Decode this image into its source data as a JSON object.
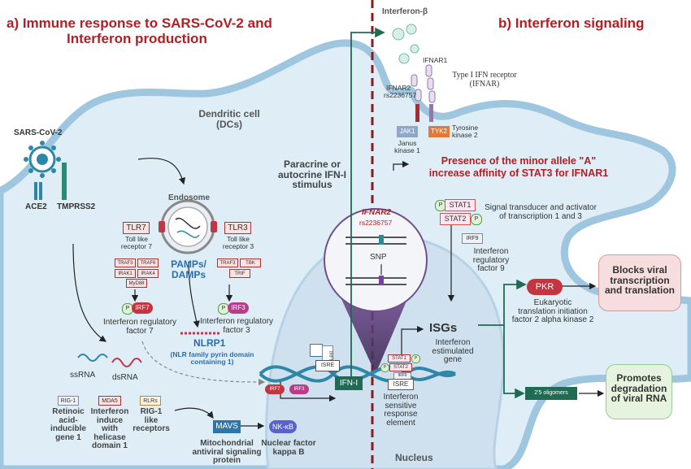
{
  "titles": {
    "a_line1": "a)  Immune response to SARS-CoV-2 and",
    "a_line2": "Interferon production",
    "b": "b)  Interferon signaling"
  },
  "virus": {
    "name": "SARS-CoV-2",
    "ace2": "ACE2",
    "tmprss2": "TMPRSS2"
  },
  "cell": {
    "dc_line1": "Dendritic cell",
    "dc_line2": "(DCs)",
    "nucleus": "Nucleus"
  },
  "endosome": {
    "label": "Endosome",
    "pamps_line1": "PAMPs/",
    "pamps_line2": "DAMPs"
  },
  "tlr7": {
    "label": "TLR7",
    "desc_line1": "Toll like",
    "desc_line2": "receptor 7"
  },
  "tlr3": {
    "label": "TLR3",
    "desc_line1": "Toll like",
    "desc_line2": "receptor 3"
  },
  "complex7": {
    "items": [
      "TRAF3",
      "TRAF6",
      "IRAK1",
      "IRAK4",
      "MyD88"
    ]
  },
  "complex3": {
    "items": [
      "TRAF3",
      "TBK",
      "TRIF"
    ]
  },
  "irf7": {
    "label": "IRF7",
    "p": "P",
    "desc_line1": "Interferon regulatory",
    "desc_line2": "factor 7"
  },
  "irf3": {
    "label": "IRF3",
    "p": "P",
    "desc_line1": "Interferon regulatory",
    "desc_line2": "factor 3"
  },
  "nlrp1": {
    "label": "NLRP1",
    "desc_line1": "(NLR family pyrin domain",
    "desc_line2": "containing 1)"
  },
  "rna": {
    "ss": "ssRNA",
    "ds": "dsRNA"
  },
  "rig1": {
    "label": "RIG-1",
    "d1": "Retinoic",
    "d2": "acid-",
    "d3": "inducible",
    "d4": "gene 1"
  },
  "mda5": {
    "label": "MDA5",
    "d1": "Interferon",
    "d2": "induce",
    "d3": "with",
    "d4": "helicase",
    "d5": "domain 1"
  },
  "rlrs": {
    "label": "RLRs",
    "d1": "RIG-1",
    "d2": "like",
    "d3": "receptors"
  },
  "mavs": {
    "label": "MAVS",
    "d1": "Mitochondrial",
    "d2": "antiviral signaling",
    "d3": "protein"
  },
  "nfkb": {
    "label": "NK-κB",
    "d1": "Nuclear factor",
    "d2": "kappa B"
  },
  "paracrine": {
    "l1": "Paracrine or",
    "l2": "autocrine IFN-I",
    "l3": "stimulus"
  },
  "ifn_beta": "Interferon-β",
  "ifnar": {
    "ifnar1": "IFNAR1",
    "ifnar2": "IFNAR2",
    "rs": "rs2236757",
    "desc_line1": "Type I IFN receptor",
    "desc_line2": "(IFNAR)"
  },
  "jak1": {
    "label": "JAK1",
    "d1": "Janus",
    "d2": "kinase 1"
  },
  "tyk2": {
    "label": "TYK2",
    "d1": "Tyrosine",
    "d2": "kinase 2"
  },
  "allele": {
    "l1": "Presence of the minor allele \"A\"",
    "l2": "increase affinity of STAT3 for IFNAR1"
  },
  "zoom": {
    "gene": "IFNAR2",
    "rs": "rs2236757",
    "snp": "SNP"
  },
  "stat": {
    "stat1": "STAT1",
    "stat2": "STAT2",
    "p": "P",
    "d1": "Signal transducer and activator",
    "d2": "of transcription 1 and 3"
  },
  "irf9": {
    "label": "IRF9",
    "d1": "Interferon",
    "d2": "regulatory",
    "d3": "factor 9"
  },
  "isgs": {
    "label": "ISGs",
    "d1": "Interferon",
    "d2": "estimulated",
    "d3": "gene"
  },
  "isre": {
    "label": "ISRE",
    "d1": "Interferon",
    "d2": "sensitive",
    "d3": "response",
    "d4": "element"
  },
  "dna": {
    "irf7": "IRF7",
    "irf3": "IRF3",
    "irf9": "IRF9",
    "isre": "ISRE",
    "ifn": "IFN-I",
    "stat1": "STAT1",
    "stat2": "STAT2",
    "p": "P"
  },
  "pkr": {
    "label": "PKR",
    "d1": "Eukaryotic",
    "d2": "translation initiation",
    "d3": "factor 2 alpha kinase 2"
  },
  "oligo": {
    "label": "2'5 oligomers"
  },
  "outcome1": {
    "l1": "Blocks viral",
    "l2": "transcription",
    "l3": "and translation"
  },
  "outcome2": {
    "l1": "Promotes",
    "l2": "degradation",
    "l3": "of viral RNA"
  },
  "colors": {
    "title": "#b11f24",
    "cell": "#deedf6",
    "membrane": "#9fc6df",
    "dash": "#8b1a1a",
    "green": "#1f6b53",
    "dna": "#2f87a8"
  }
}
